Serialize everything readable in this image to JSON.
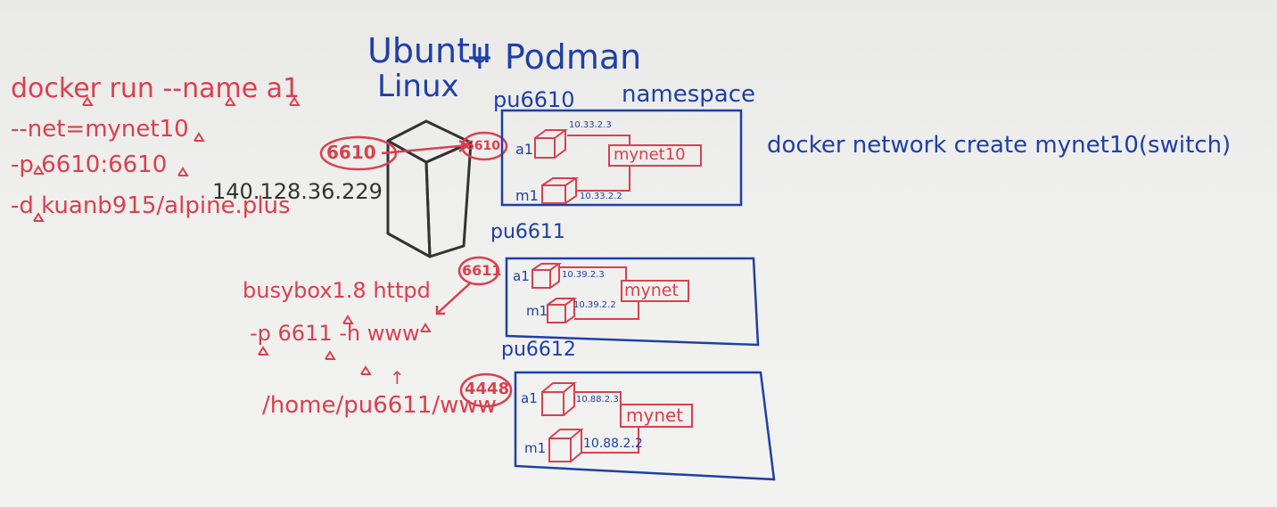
{
  "header": {
    "os_line1": "Ubuntu",
    "os_line2": "Linux",
    "plus_podman": "+ Podman",
    "namespace_label": "namespace"
  },
  "commands_left": {
    "line1": "docker run --name a1",
    "line2": "--net=mynet10",
    "line3": "-p 6610:6610",
    "line4": "-d kuanb915/alpine.plus"
  },
  "host_ip": "140.128.36.229",
  "ports": {
    "host_6610": "6610",
    "ns_6610": "6610",
    "port_6611": "6611",
    "port_4448": "4448"
  },
  "network_command": "docker network create mynet10(switch)",
  "namespaces": [
    {
      "name": "pu6610",
      "network": "mynet10",
      "containers": [
        {
          "label": "a1",
          "ip": "10.33.2.3"
        },
        {
          "label": "m1",
          "ip": "10.33.2.2"
        }
      ]
    },
    {
      "name": "pu6611",
      "network": "mynet",
      "containers": [
        {
          "label": "a1",
          "ip": "10.39.2.3"
        },
        {
          "label": "m1",
          "ip": "10.39.2.2"
        }
      ]
    },
    {
      "name": "pu6612",
      "network": "mynet",
      "containers": [
        {
          "label": "a1",
          "ip": "10.88.2.3"
        },
        {
          "label": "m1",
          "ip": "10.88.2.2"
        }
      ]
    }
  ],
  "busybox_notes": {
    "line1": "busybox1.8 httpd",
    "line2": "-p 6611 -h www",
    "arrow": "↑",
    "line3": "/home/pu6611/www"
  },
  "colors": {
    "red_marker": "#d9404f",
    "blue_marker": "#1f3fa6",
    "black_marker": "#333333",
    "board": "#efefed"
  }
}
